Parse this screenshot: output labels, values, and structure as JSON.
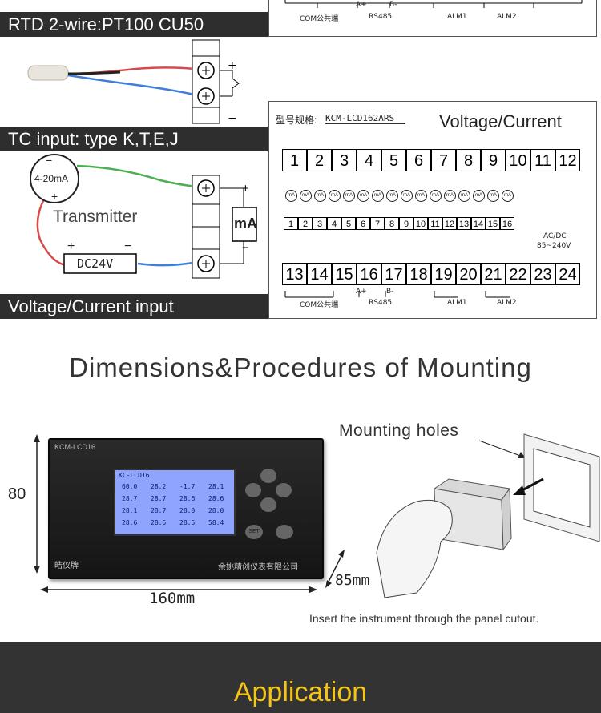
{
  "labels": {
    "rtd_bar": "RTD 2-wire:PT100 CU50",
    "tc_bar": "TC input: type K,T,E,J",
    "vc_bar": "Voltage/Current input"
  },
  "transmitter": {
    "current": "4-20mA",
    "name": "Transmitter",
    "supply": "DC24V",
    "plus": "+",
    "minus": "−",
    "meter": "mA"
  },
  "wiring": {
    "model_label": "型号规格:",
    "model_value": "KCM-LCD162ARS",
    "mode": "Voltage/Current",
    "top_terminals": [
      "1",
      "2",
      "3",
      "4",
      "5",
      "6",
      "7",
      "8",
      "9",
      "10",
      "11",
      "12"
    ],
    "bottom_terminals": [
      "13",
      "14",
      "15",
      "16",
      "17",
      "18",
      "19",
      "20",
      "21",
      "22",
      "23",
      "24"
    ],
    "mini_terminals": [
      "1",
      "2",
      "3",
      "4",
      "5",
      "6",
      "7",
      "8",
      "9",
      "10",
      "11",
      "12",
      "13",
      "14",
      "15",
      "16"
    ],
    "ma": "mA",
    "acdc": "AC/DC",
    "voltage": "85~240V",
    "com": "COM公共端",
    "a_plus": "A+",
    "b_minus": "B-",
    "rs485": "RS485",
    "alm1": "ALM1",
    "alm2": "ALM2"
  },
  "top_strip": {
    "com": "COM公共端",
    "a_plus": "A+",
    "b_minus": "B-",
    "rs485": "RS485",
    "alm1": "ALM1",
    "alm2": "ALM2"
  },
  "mounting": {
    "title": "Dimensions&Procedures of Mounting",
    "holes": "Mounting holes",
    "height": "80",
    "width": "160mm",
    "depth": "85mm",
    "instruction": "Insert the instrument through the panel cutout."
  },
  "device": {
    "model": "KCM-LCD16",
    "screen_title": "KC-LCD16",
    "brand": "皓仪牌",
    "maker": "余姚精创仪表有限公司",
    "set": "SET",
    "lcd_values": [
      "60.0",
      "28.2",
      "-1.7",
      "28.1",
      "28.7",
      "28.7",
      "28.6",
      "28.6",
      "28.1",
      "28.7",
      "28.0",
      "28.0",
      "28.6",
      "28.5",
      "28.5",
      "58.4"
    ]
  },
  "footer": {
    "title": "Application"
  },
  "colors": {
    "dark_bar": "#2e2e2e",
    "footer_bg": "#333333",
    "footer_text": "#f5c518",
    "green_wire": "#4caf50",
    "blue_wire": "#3f7fd8",
    "red_wire": "#d84a4a",
    "lcd_bg": "#8fa4ff"
  }
}
